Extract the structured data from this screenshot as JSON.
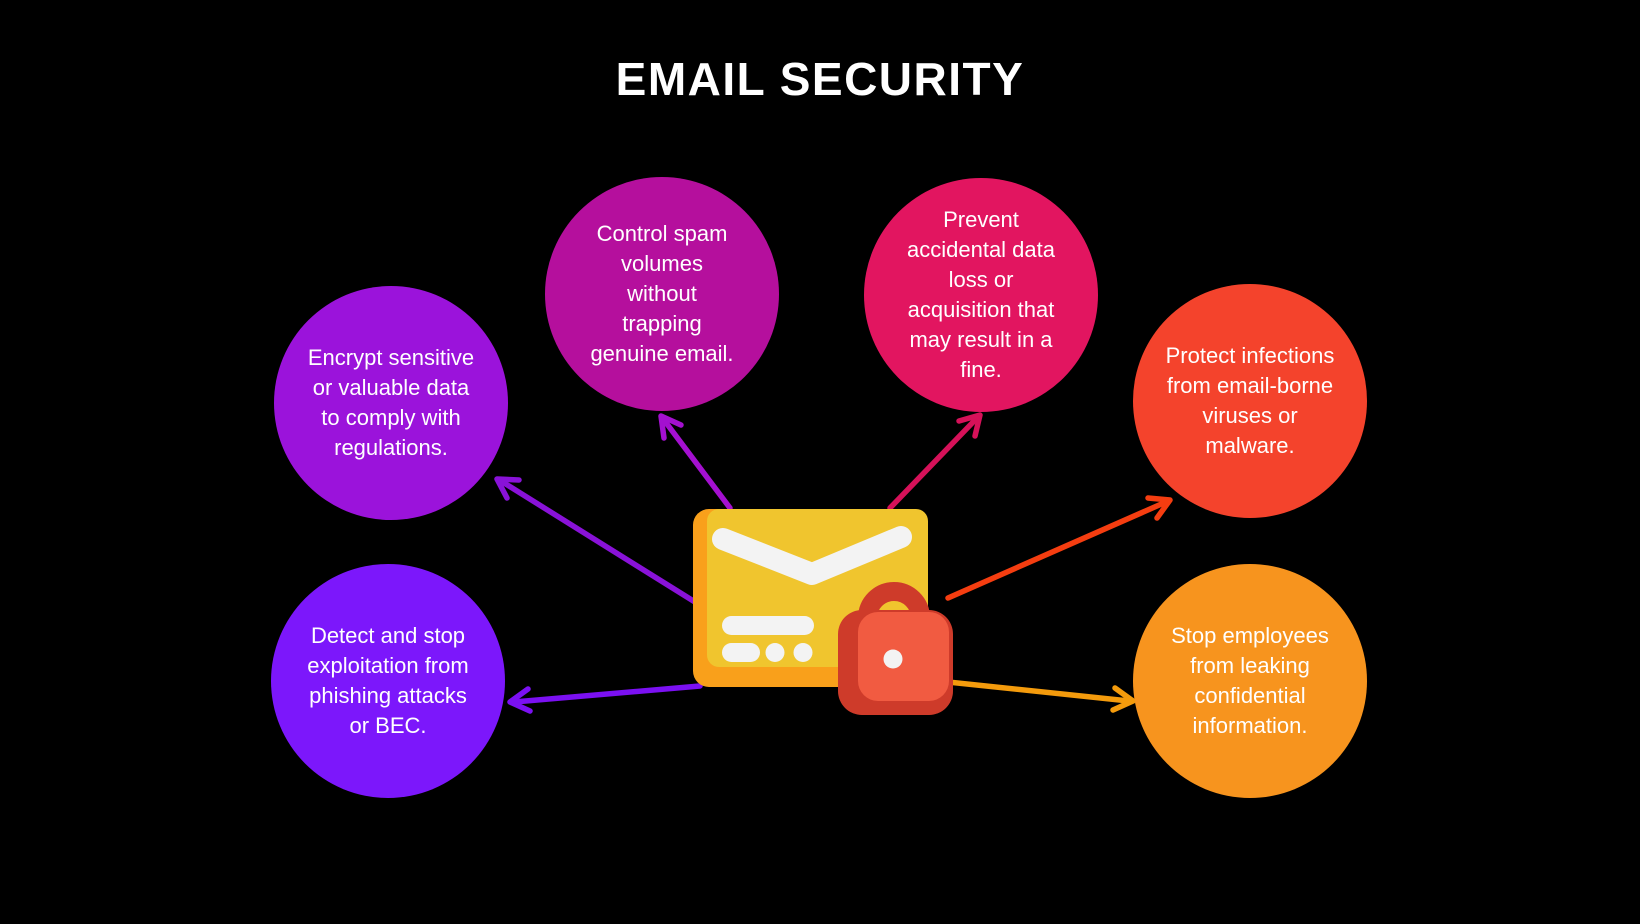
{
  "title": "EMAIL SECURITY",
  "background_color": "#000000",
  "title_color": "#FFFFFF",
  "text_color": "#FFFFFF",
  "center_icon": {
    "label": "email envelope with padlock",
    "envelope_back_color": "#F9A01B",
    "envelope_front_color": "#F0C52E",
    "envelope_marking_color": "#F3F3F3",
    "lock_frame_color": "#CE3B2A",
    "lock_face_color": "#F15B41",
    "keyhole_color": "#F3F3F3"
  },
  "bubbles": [
    {
      "id": "encrypt",
      "text": "Encrypt sensitive or valuable data to comply with regulations.",
      "color": "#9B13DB",
      "arrow_color": "#8912D8"
    },
    {
      "id": "control-spam",
      "text": "Control spam volumes without trapping genuine email.",
      "color": "#B50F9D",
      "arrow_color": "#A410D0"
    },
    {
      "id": "prevent-data-loss",
      "text": "Prevent accidental data loss or acquisition that may result in a fine.",
      "color": "#E21560",
      "arrow_color": "#D61159"
    },
    {
      "id": "protect-infections",
      "text": "Protect infections from email-borne viruses or malware.",
      "color": "#F4432C",
      "arrow_color": "#F53D10"
    },
    {
      "id": "detect-phishing",
      "text": "Detect and stop exploitation from phishing attacks or BEC.",
      "color": "#7C17FB",
      "arrow_color": "#7B10F2"
    },
    {
      "id": "stop-leaks",
      "text": "Stop employees from leaking confidential information.",
      "color": "#F7941E",
      "arrow_color": "#F49B0C"
    }
  ]
}
